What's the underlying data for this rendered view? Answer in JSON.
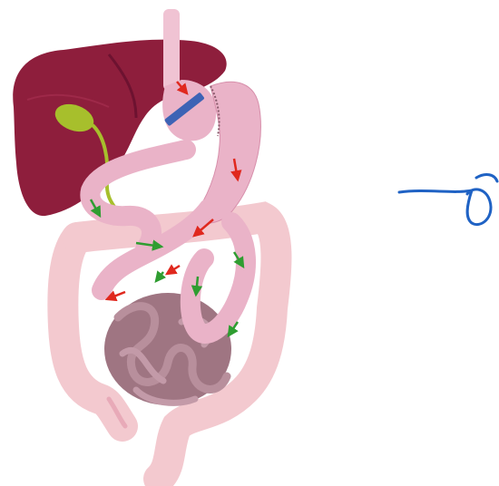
{
  "illustration": {
    "organs": [
      "liver",
      "gallbladder",
      "esophagus",
      "stomach",
      "duodenum",
      "jejunum",
      "ileum",
      "colon"
    ],
    "features": [
      "clamp",
      "staple-line",
      "food-flow-arrows",
      "bile-flow-arrows",
      "suture-needle"
    ]
  },
  "colors": {
    "liver": "#8e1e3c",
    "liver_dark": "#6d1230",
    "gallbladder": "#a7bf2c",
    "stomach": "#eab3c8",
    "stomach_shade": "#d78fab",
    "colon": "#f3c9cf",
    "small_bowel": "#a77d8b",
    "clamp": "#3d63b5",
    "suture": "#1f62c4",
    "food_arrow": "#e0281e",
    "bile_arrow": "#2f9d31"
  }
}
